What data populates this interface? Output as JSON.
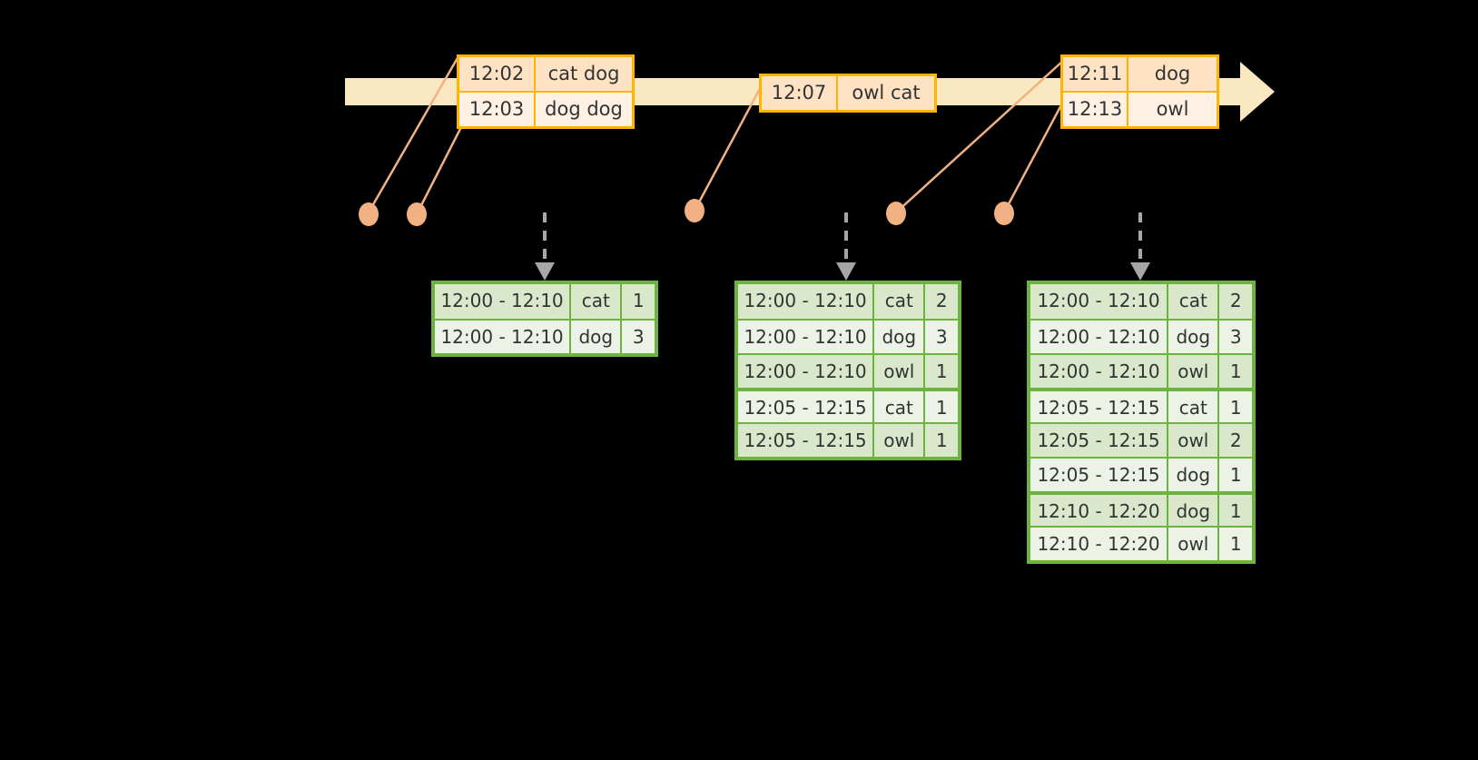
{
  "timeline": {
    "name": "event-stream-timeline",
    "arrow_color": "#FAE8C0",
    "accent_color": "#FFB400",
    "marker_color": "#F2B183"
  },
  "events": [
    {
      "id": "event-group-1",
      "rows": [
        {
          "time": "12:02",
          "value": "cat dog"
        },
        {
          "time": "12:03",
          "value": "dog dog"
        }
      ]
    },
    {
      "id": "event-group-2",
      "rows": [
        {
          "time": "12:07",
          "value": "owl cat"
        }
      ]
    },
    {
      "id": "event-group-3",
      "rows": [
        {
          "time": "12:11",
          "value": "dog"
        },
        {
          "time": "12:13",
          "value": "owl"
        }
      ]
    }
  ],
  "results": [
    {
      "id": "result-table-1",
      "rows": [
        {
          "window": "12:00 - 12:10",
          "key": "cat",
          "count": "1",
          "group": 0
        },
        {
          "window": "12:00 - 12:10",
          "key": "dog",
          "count": "3",
          "group": 0
        }
      ]
    },
    {
      "id": "result-table-2",
      "rows": [
        {
          "window": "12:00 - 12:10",
          "key": "cat",
          "count": "2",
          "group": 0
        },
        {
          "window": "12:00 - 12:10",
          "key": "dog",
          "count": "3",
          "group": 0
        },
        {
          "window": "12:00 - 12:10",
          "key": "owl",
          "count": "1",
          "group": 0
        },
        {
          "window": "12:05 - 12:15",
          "key": "cat",
          "count": "1",
          "group": 1
        },
        {
          "window": "12:05 - 12:15",
          "key": "owl",
          "count": "1",
          "group": 1
        }
      ]
    },
    {
      "id": "result-table-3",
      "rows": [
        {
          "window": "12:00 - 12:10",
          "key": "cat",
          "count": "2",
          "group": 0
        },
        {
          "window": "12:00 - 12:10",
          "key": "dog",
          "count": "3",
          "group": 0
        },
        {
          "window": "12:00 - 12:10",
          "key": "owl",
          "count": "1",
          "group": 0
        },
        {
          "window": "12:05 - 12:15",
          "key": "cat",
          "count": "1",
          "group": 1
        },
        {
          "window": "12:05 - 12:15",
          "key": "owl",
          "count": "2",
          "group": 1
        },
        {
          "window": "12:05 - 12:15",
          "key": "dog",
          "count": "1",
          "group": 1
        },
        {
          "window": "12:10 - 12:20",
          "key": "dog",
          "count": "1",
          "group": 2
        },
        {
          "window": "12:10 - 12:20",
          "key": "owl",
          "count": "1",
          "group": 2
        }
      ]
    }
  ]
}
